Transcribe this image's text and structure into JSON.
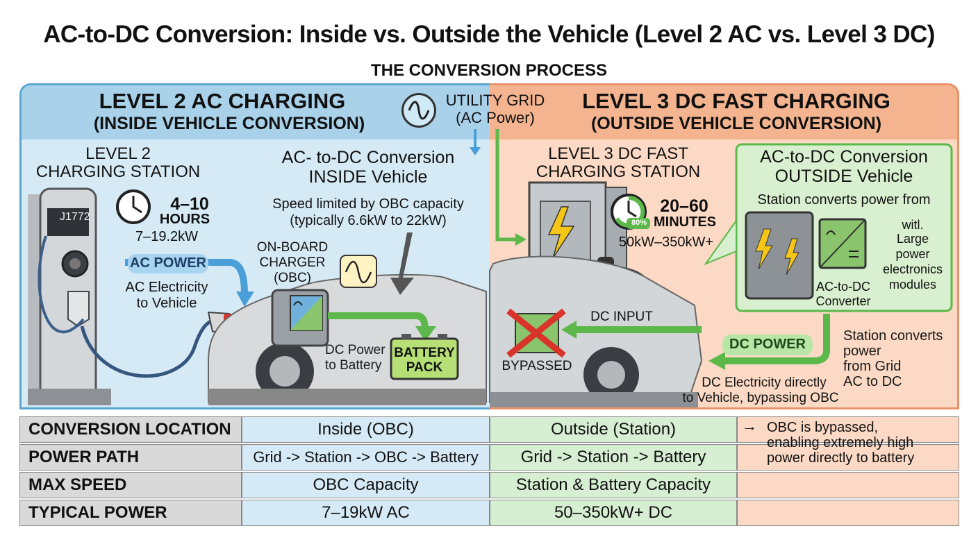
{
  "title": "AC-to-DC Conversion: Inside vs. Outside the Vehicle (Level 2 AC vs. Level 3 DC)",
  "subtitle": "THE CONVERSION PROCESS",
  "grid": {
    "line1": "UTILITY GRID",
    "line2": "(AC Power)"
  },
  "left": {
    "heading1": "LEVEL 2 AC CHARGING",
    "heading2": "(INSIDE VEHICLE CONVERSION)",
    "station_line1": "LEVEL 2",
    "station_line2": "CHARGING STATION",
    "station_label": "J1772",
    "time": "4–10",
    "time_unit": "HOURS",
    "power": "7–19.2kW",
    "ac_power": "AC POWER",
    "ac_desc1": "AC Electricity",
    "ac_desc2": "to Vehicle",
    "conv_line1": "AC- to-DC Conversion",
    "conv_line2": "INSIDE Vehicle",
    "speed_line1": "Speed limited by OBC capacity",
    "speed_line2": "(typically 6.6kW to 22kW)",
    "obc_line1": "ON-BOARD",
    "obc_line2": "CHARGER",
    "obc_line3": "(OBC)",
    "dc_line1": "DC Power",
    "dc_line2": "to Battery",
    "battery_line1": "BATTERY",
    "battery_line2": "PACK"
  },
  "right": {
    "heading1": "LEVEL 3 DC FAST CHARGING",
    "heading2": "(OUTSIDE VEHICLE CONVERSION)",
    "station_line1": "LEVEL 3 DC FAST",
    "station_line2": "CHARGING STATION",
    "time": "20–60",
    "time_unit": "MINUTES",
    "timer_badge": "80%",
    "power": "50kW–350kW+",
    "conv_line1": "AC-to-DC Conversion",
    "conv_line2": "OUTSIDE Vehicle",
    "conv_desc": "Station converts power from",
    "with_line1": "witl.",
    "with_line2": "Large",
    "with_line3": "power",
    "with_line4": "electronics",
    "with_line5": "modules",
    "converter_line1": "AC-to-DC",
    "converter_line2": "Converter",
    "dc_input": "DC INPUT",
    "bypassed": "BYPASSED",
    "dc_power": "DC POWER",
    "station_conv1": "Station converts",
    "station_conv2": "power",
    "station_conv3": "from Grid",
    "station_conv4": "AC to DC",
    "dc_desc1": "DC Electricity directly",
    "dc_desc2": "to Vehicle, bypassing OBC"
  },
  "table": {
    "rows": [
      {
        "label": "CONVERSION LOCATION",
        "ac": "Inside (OBC)",
        "dc": "Outside (Station)"
      },
      {
        "label": "POWER PATH",
        "ac": "Grid -> Station -> OBC -> Battery",
        "dc": "Grid -> Station -> Battery"
      },
      {
        "label": "MAX SPEED",
        "ac": "OBC Capacity",
        "dc": "Station & Battery Capacity"
      },
      {
        "label": "TYPICAL POWER",
        "ac": "7–19kW AC",
        "dc": "50–350kW+ DC"
      }
    ],
    "note_arrow": "→",
    "note_line1": "OBC is bypassed,",
    "note_line2": "enabling extremely high",
    "note_line3": "power directly to battery"
  },
  "colors": {
    "blue_panel": "#d6eaf6",
    "orange_panel": "#fbd9c4",
    "green_arrow": "#5cb84a",
    "blue_arrow": "#4a9fd8",
    "bypass_red": "#d9342b"
  }
}
